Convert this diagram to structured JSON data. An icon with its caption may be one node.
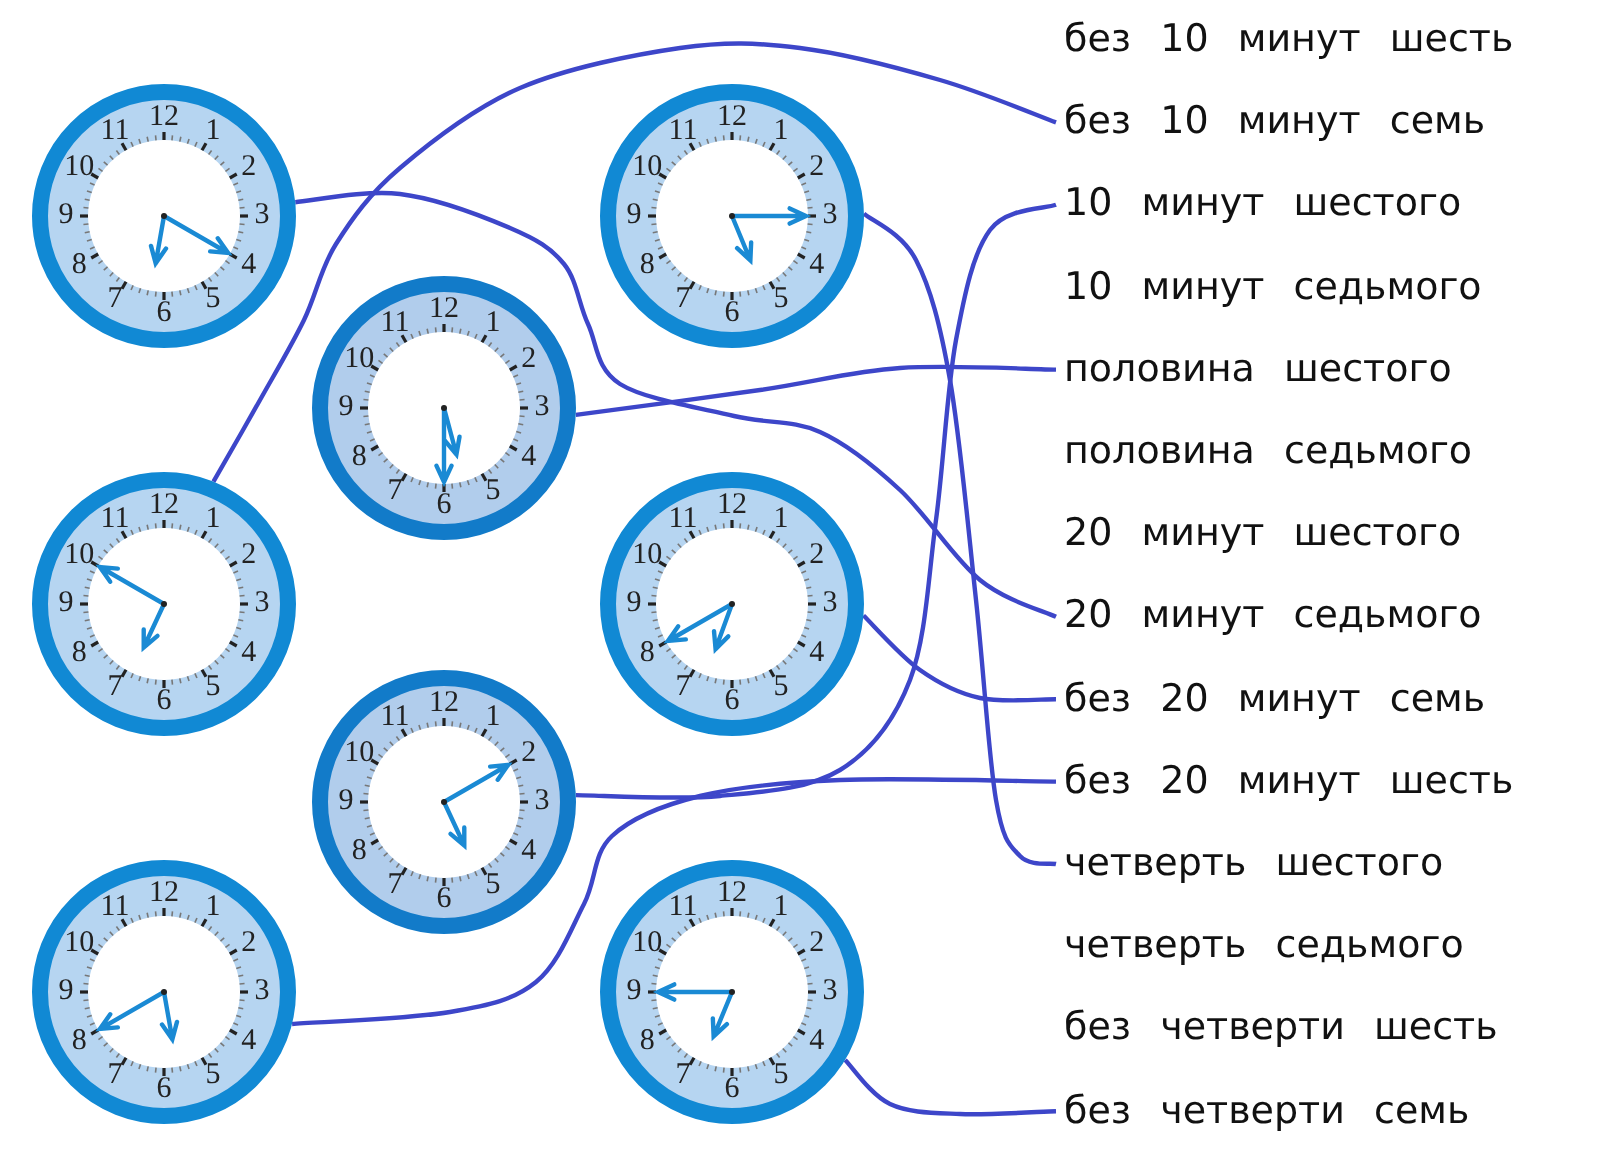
{
  "diagram": {
    "nodes": [
      {
        "text": [
          "12",
          "1",
          "2",
          "3",
          "4",
          "5",
          "6",
          "7",
          "8",
          "9",
          "10",
          "11"
        ]
      },
      {
        "text": [
          "12",
          "1",
          "2",
          "3",
          "4",
          "5",
          "6",
          "7",
          "8",
          "9",
          "10",
          "11"
        ]
      },
      {
        "text": [
          "12",
          "1",
          "2",
          "3",
          "4",
          "5",
          "6",
          "7",
          "8",
          "9",
          "10",
          "11"
        ]
      },
      {
        "text": [
          "12",
          "1",
          "2",
          "3",
          "4",
          "5",
          "6",
          "7",
          "8",
          "9",
          "10",
          "11"
        ]
      },
      {
        "text": [
          "12",
          "1",
          "2",
          "3",
          "4",
          "5",
          "6",
          "7",
          "8",
          "9",
          "10",
          "11"
        ]
      },
      {
        "text": [
          "12",
          "1",
          "2",
          "3",
          "4",
          "5",
          "6",
          "7",
          "8",
          "9",
          "10",
          "11"
        ]
      },
      {
        "text": [
          "12",
          "1",
          "2",
          "3",
          "4",
          "5",
          "6",
          "7",
          "8",
          "9",
          "10",
          "11"
        ]
      },
      {
        "text": [
          "12",
          "1",
          "2",
          "3",
          "4",
          "5",
          "6",
          "7",
          "8",
          "9",
          "10",
          "11"
        ]
      },
      {
        "text": [
          "без 10 минут шесть"
        ]
      },
      {
        "text": [
          "без 10 минут семь"
        ]
      },
      {
        "text": [
          "10 минут шестого"
        ]
      },
      {
        "text": [
          "10 минут седьмого"
        ]
      },
      {
        "text": [
          "половина шестого"
        ]
      },
      {
        "text": [
          "половина седьмого"
        ]
      },
      {
        "text": [
          "20 минут шестого"
        ]
      },
      {
        "text": [
          "20 минут седьмого"
        ]
      },
      {
        "text": [
          "без 20 минут семь"
        ]
      },
      {
        "text": [
          "без 20 минут шесть"
        ]
      },
      {
        "text": [
          "четверть шестого"
        ]
      },
      {
        "text": [
          "четверть седьмого"
        ]
      },
      {
        "text": [
          "без четверти шесть"
        ]
      },
      {
        "text": [
          "без четверти семь"
        ]
      }
    ],
    "edges": [
      {
        "from": 0,
        "to": 15,
        "arrow": "none"
      },
      {
        "from": 1,
        "to": 18,
        "arrow": "none"
      },
      {
        "from": 2,
        "to": 12,
        "arrow": "none"
      },
      {
        "from": 3,
        "to": 9,
        "arrow": "none"
      },
      {
        "from": 4,
        "to": 16,
        "arrow": "none"
      },
      {
        "from": 5,
        "to": 10,
        "arrow": "none"
      },
      {
        "from": 6,
        "to": 17,
        "arrow": "none"
      },
      {
        "from": 7,
        "to": 21,
        "arrow": "none"
      }
    ]
  }
}
